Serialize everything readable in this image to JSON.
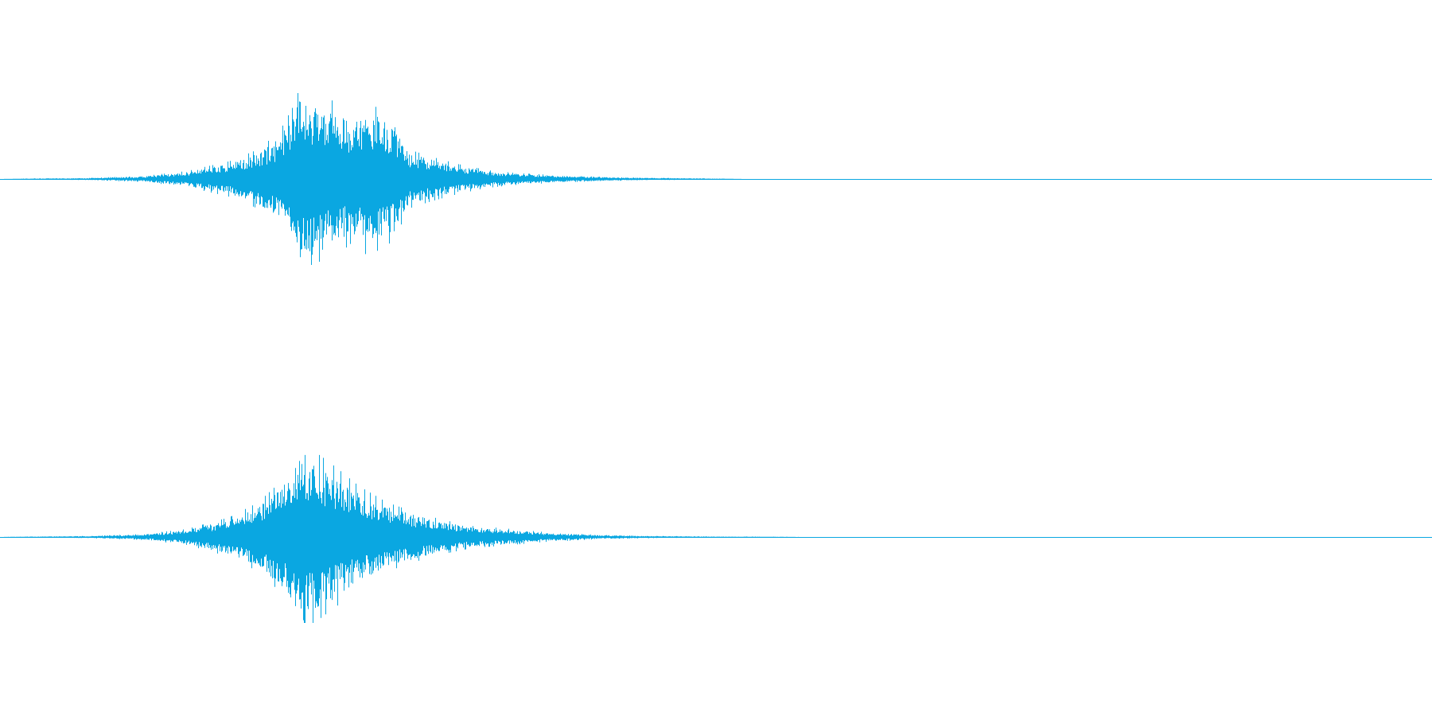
{
  "chart_data": {
    "type": "area",
    "color": "#0aa7e1",
    "xlim": [
      0,
      1
    ],
    "ylim": [
      -1,
      1
    ],
    "grid": false,
    "channels": [
      {
        "envelope": [
          [
            0.0,
            0.0
          ],
          [
            0.02,
            0.005
          ],
          [
            0.06,
            0.01
          ],
          [
            0.1,
            0.03
          ],
          [
            0.13,
            0.08
          ],
          [
            0.16,
            0.18
          ],
          [
            0.18,
            0.3
          ],
          [
            0.195,
            0.48
          ],
          [
            0.205,
            0.75
          ],
          [
            0.21,
            1.0
          ],
          [
            0.22,
            0.85
          ],
          [
            0.235,
            0.78
          ],
          [
            0.245,
            0.65
          ],
          [
            0.255,
            0.76
          ],
          [
            0.265,
            0.72
          ],
          [
            0.275,
            0.62
          ],
          [
            0.285,
            0.3
          ],
          [
            0.3,
            0.23
          ],
          [
            0.32,
            0.15
          ],
          [
            0.34,
            0.09
          ],
          [
            0.36,
            0.06
          ],
          [
            0.4,
            0.03
          ],
          [
            0.44,
            0.015
          ],
          [
            0.47,
            0.01
          ],
          [
            0.5,
            0.005
          ],
          [
            0.52,
            0.0
          ],
          [
            1.0,
            0.0
          ]
        ]
      },
      {
        "envelope": [
          [
            0.0,
            0.0
          ],
          [
            0.02,
            0.005
          ],
          [
            0.06,
            0.01
          ],
          [
            0.1,
            0.03
          ],
          [
            0.13,
            0.08
          ],
          [
            0.16,
            0.2
          ],
          [
            0.18,
            0.35
          ],
          [
            0.195,
            0.55
          ],
          [
            0.205,
            0.75
          ],
          [
            0.21,
            1.0
          ],
          [
            0.22,
            0.86
          ],
          [
            0.235,
            0.7
          ],
          [
            0.25,
            0.52
          ],
          [
            0.27,
            0.35
          ],
          [
            0.29,
            0.25
          ],
          [
            0.31,
            0.17
          ],
          [
            0.33,
            0.11
          ],
          [
            0.35,
            0.09
          ],
          [
            0.38,
            0.05
          ],
          [
            0.42,
            0.02
          ],
          [
            0.46,
            0.01
          ],
          [
            0.5,
            0.005
          ],
          [
            0.54,
            0.003
          ],
          [
            0.56,
            0.0
          ],
          [
            1.0,
            0.0
          ]
        ]
      }
    ]
  }
}
